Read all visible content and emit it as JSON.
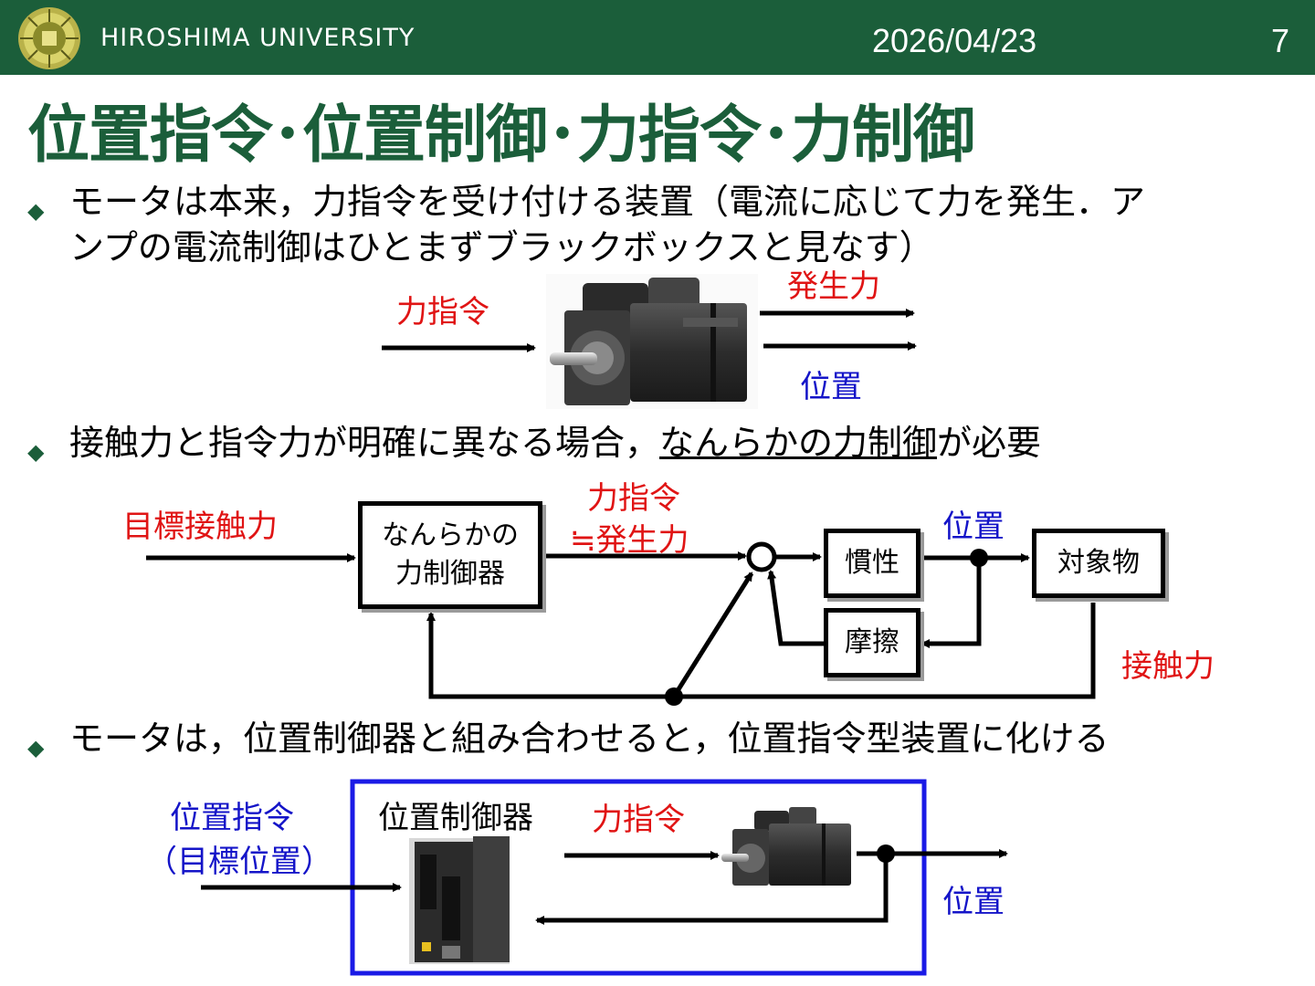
{
  "header": {
    "university": "HIROSHIMA UNIVERSITY",
    "date": "2026/04/23",
    "page_number": "7"
  },
  "title": "位置指令･位置制御･力指令･力制御",
  "bullets": {
    "b1_line1": "モータは本来，力指令を受け付ける装置（電流に応じて力を発生．ア",
    "b1_line2": "ンプの電流制御はひとまずブラックボックスと見なす）",
    "b2_pre": "接触力と指令力が明確に異なる場合，",
    "b2_underlined": "なんらかの力制御",
    "b2_post": "が必要",
    "b3": "モータは，位置制御器と組み合わせると，位置指令型装置に化ける"
  },
  "diagram1": {
    "input_label": "力指令",
    "output_force": "発生力",
    "output_position": "位置"
  },
  "diagram2": {
    "target_force": "目標接触力",
    "controller_line1": "なんらかの",
    "controller_line2": "力制御器",
    "force_cmd": "力指令",
    "approx_generated": "≒発生力",
    "position": "位置",
    "inertia": "慣性",
    "friction": "摩擦",
    "object": "対象物",
    "contact_force": "接触力"
  },
  "diagram3": {
    "pos_cmd": "位置指令",
    "target_pos": "（目標位置）",
    "pos_controller": "位置制御器",
    "force_cmd": "力指令",
    "position": "位置"
  },
  "colors": {
    "header_green": "#1b5e3a",
    "red_label": "#e01414",
    "blue_label": "#1414c8",
    "frame_blue": "#1a1ae6"
  }
}
